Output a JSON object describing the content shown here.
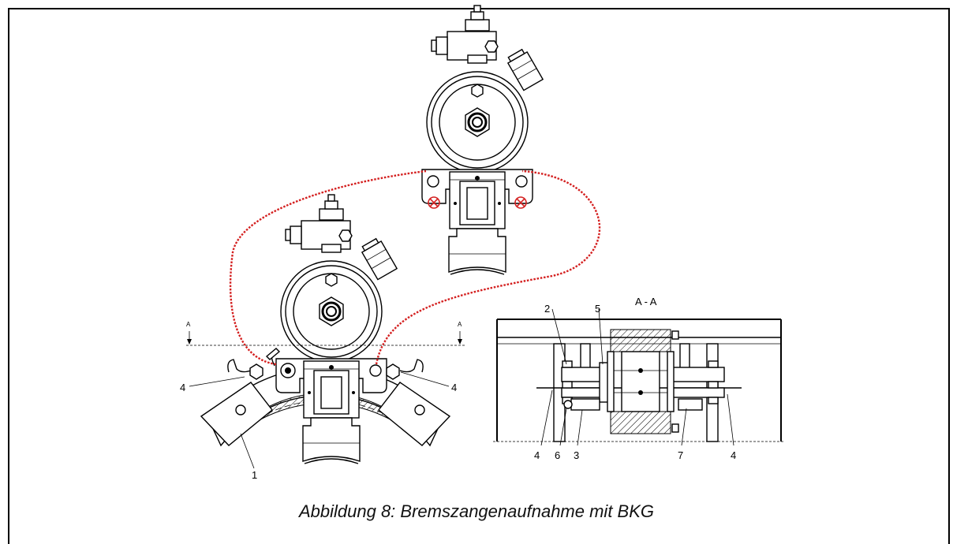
{
  "caption": "Abbildung 8: Bremszangenaufnahme mit BKG",
  "section_title": "A - A",
  "section_markers": {
    "left": "A",
    "right": "A"
  },
  "labels_left": {
    "left_4": "4",
    "right_4": "4",
    "one": "1"
  },
  "labels_section": {
    "two": "2",
    "five": "5",
    "four_left": "4",
    "six": "6",
    "three": "3",
    "seven": "7",
    "four_right": "4"
  },
  "colors": {
    "cable": "#d42020",
    "marker": "#d42020",
    "line": "#000000"
  }
}
